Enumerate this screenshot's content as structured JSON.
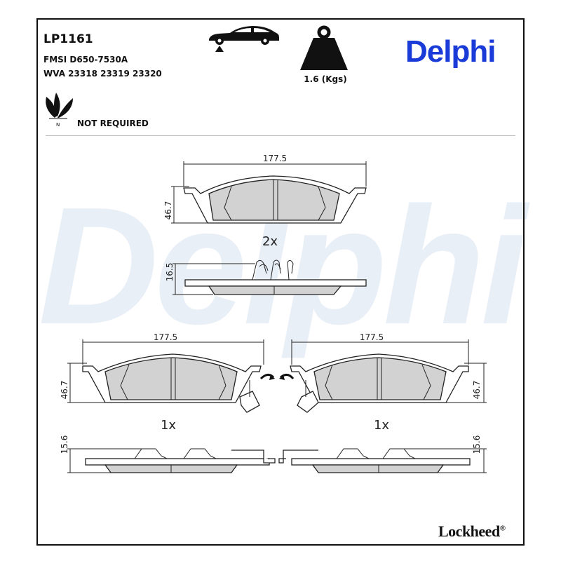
{
  "header": {
    "part_number": "LP1161",
    "fmsi": "FMSI D650-7530A",
    "wva": "WVA 23318 23319 23320",
    "weight_label": "1.6 (Kgs)",
    "eco_label": "NOT REQUIRED",
    "eco_mark": "N",
    "brand": "Delphi"
  },
  "watermark": "Delphi",
  "icons": {
    "vehicle": "car-front-axle-icon",
    "weight": "weight-icon",
    "eco": "leaves-eco-icon"
  },
  "drawings": {
    "top": {
      "width": "177.5",
      "height": "46.7",
      "thickness": "16.5",
      "qty": "2x"
    },
    "left": {
      "width": "177.5",
      "height": "46.7",
      "thickness": "15.6",
      "qty": "1x"
    },
    "right": {
      "width": "177.5",
      "height": "46.7",
      "thickness": "15.6",
      "qty": "1x"
    }
  },
  "footer": {
    "brand": "Lockheed",
    "registered": "®"
  },
  "colors": {
    "brand_blue": "#1a3bd8",
    "watermark": "#e9eff7",
    "pad_fill": "#d2d2d2"
  }
}
